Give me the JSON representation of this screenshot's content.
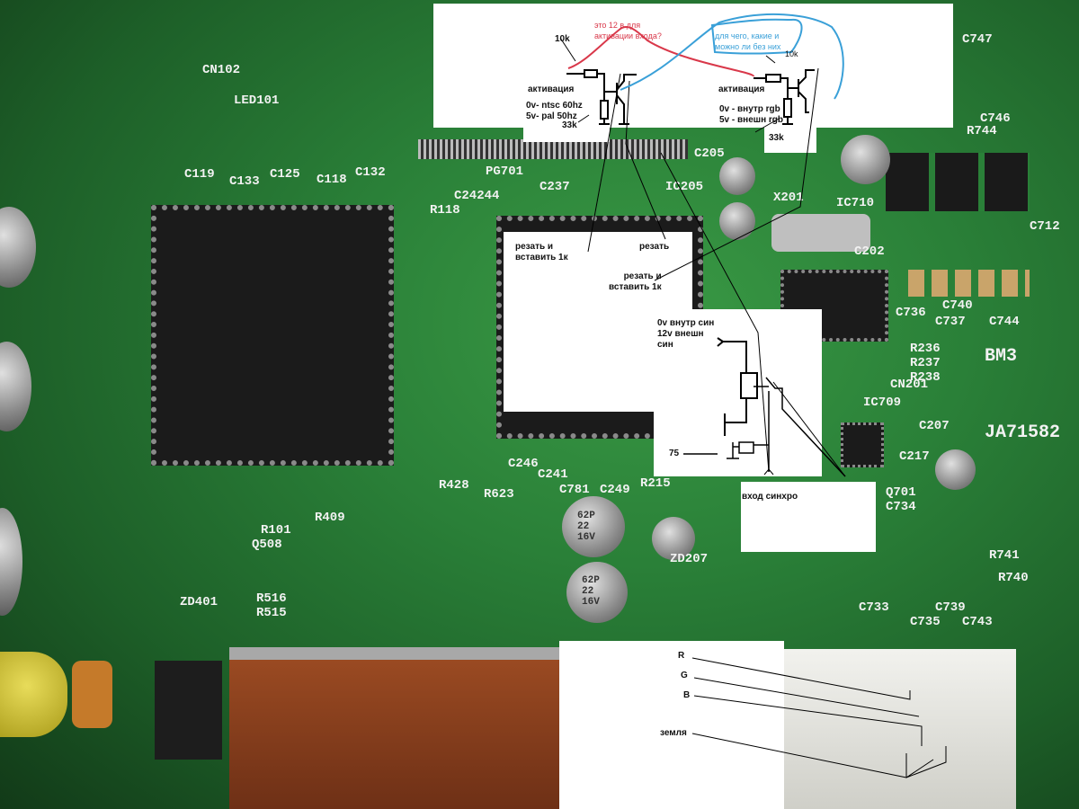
{
  "pcb_labels": [
    "CN102",
    "LED101",
    "PG701",
    "IC205",
    "X201",
    "IC710",
    "C237",
    "C24244",
    "R118",
    "C119",
    "C133",
    "C125",
    "C118",
    "C132",
    "C205",
    "C202",
    "C736",
    "C737",
    "C740",
    "C744",
    "R236",
    "R237",
    "R238",
    "IC709",
    "CN201",
    "C207",
    "C217",
    "Q701",
    "C734",
    "R744",
    "C746",
    "C747",
    "C712",
    "BM3",
    "JA71582",
    "ZD401",
    "ZD207",
    "C781",
    "C249",
    "R215",
    "C246",
    "C241",
    "R623",
    "R428",
    "R409",
    "R101",
    "Q508",
    "R516",
    "R515",
    "C733",
    "C739",
    "C735",
    "C743",
    "R740",
    "R741"
  ],
  "component_markings": {
    "cap1": "62P\n22\n16V",
    "cap2": "62P\n22\n16V"
  },
  "top_annotation": {
    "left": {
      "resistor_top": "10k",
      "label": "активация",
      "states": "0v- ntsc 60hz\n5v- pal 50hz",
      "resistor_bottom": "33k"
    },
    "right": {
      "resistor_top": "10k",
      "label": "активация",
      "states": "0v - внутр rgb\n5v - внешн rgb",
      "resistor_bottom": "33k"
    },
    "red_question": "это 12 в для\nактивации входа?",
    "blue_question": "для чего, какие и\nможно ли без них"
  },
  "middle_annotation": {
    "cut_insert_1": "резать  и\nвставить  1к",
    "cut": "резать",
    "cut_insert_2": "резать и\nвставить  1к",
    "sync_states": "0v внутр син\n12v внешн\nсин",
    "r75": "75",
    "sync_input": "вход синхро"
  },
  "bottom_annotation": {
    "r": "R",
    "g": "G",
    "b": "B",
    "ground": "земля"
  },
  "colors": {
    "pcb_green": "#2a8038",
    "annotation_red": "#d9384a",
    "annotation_blue": "#3aa0d8"
  }
}
